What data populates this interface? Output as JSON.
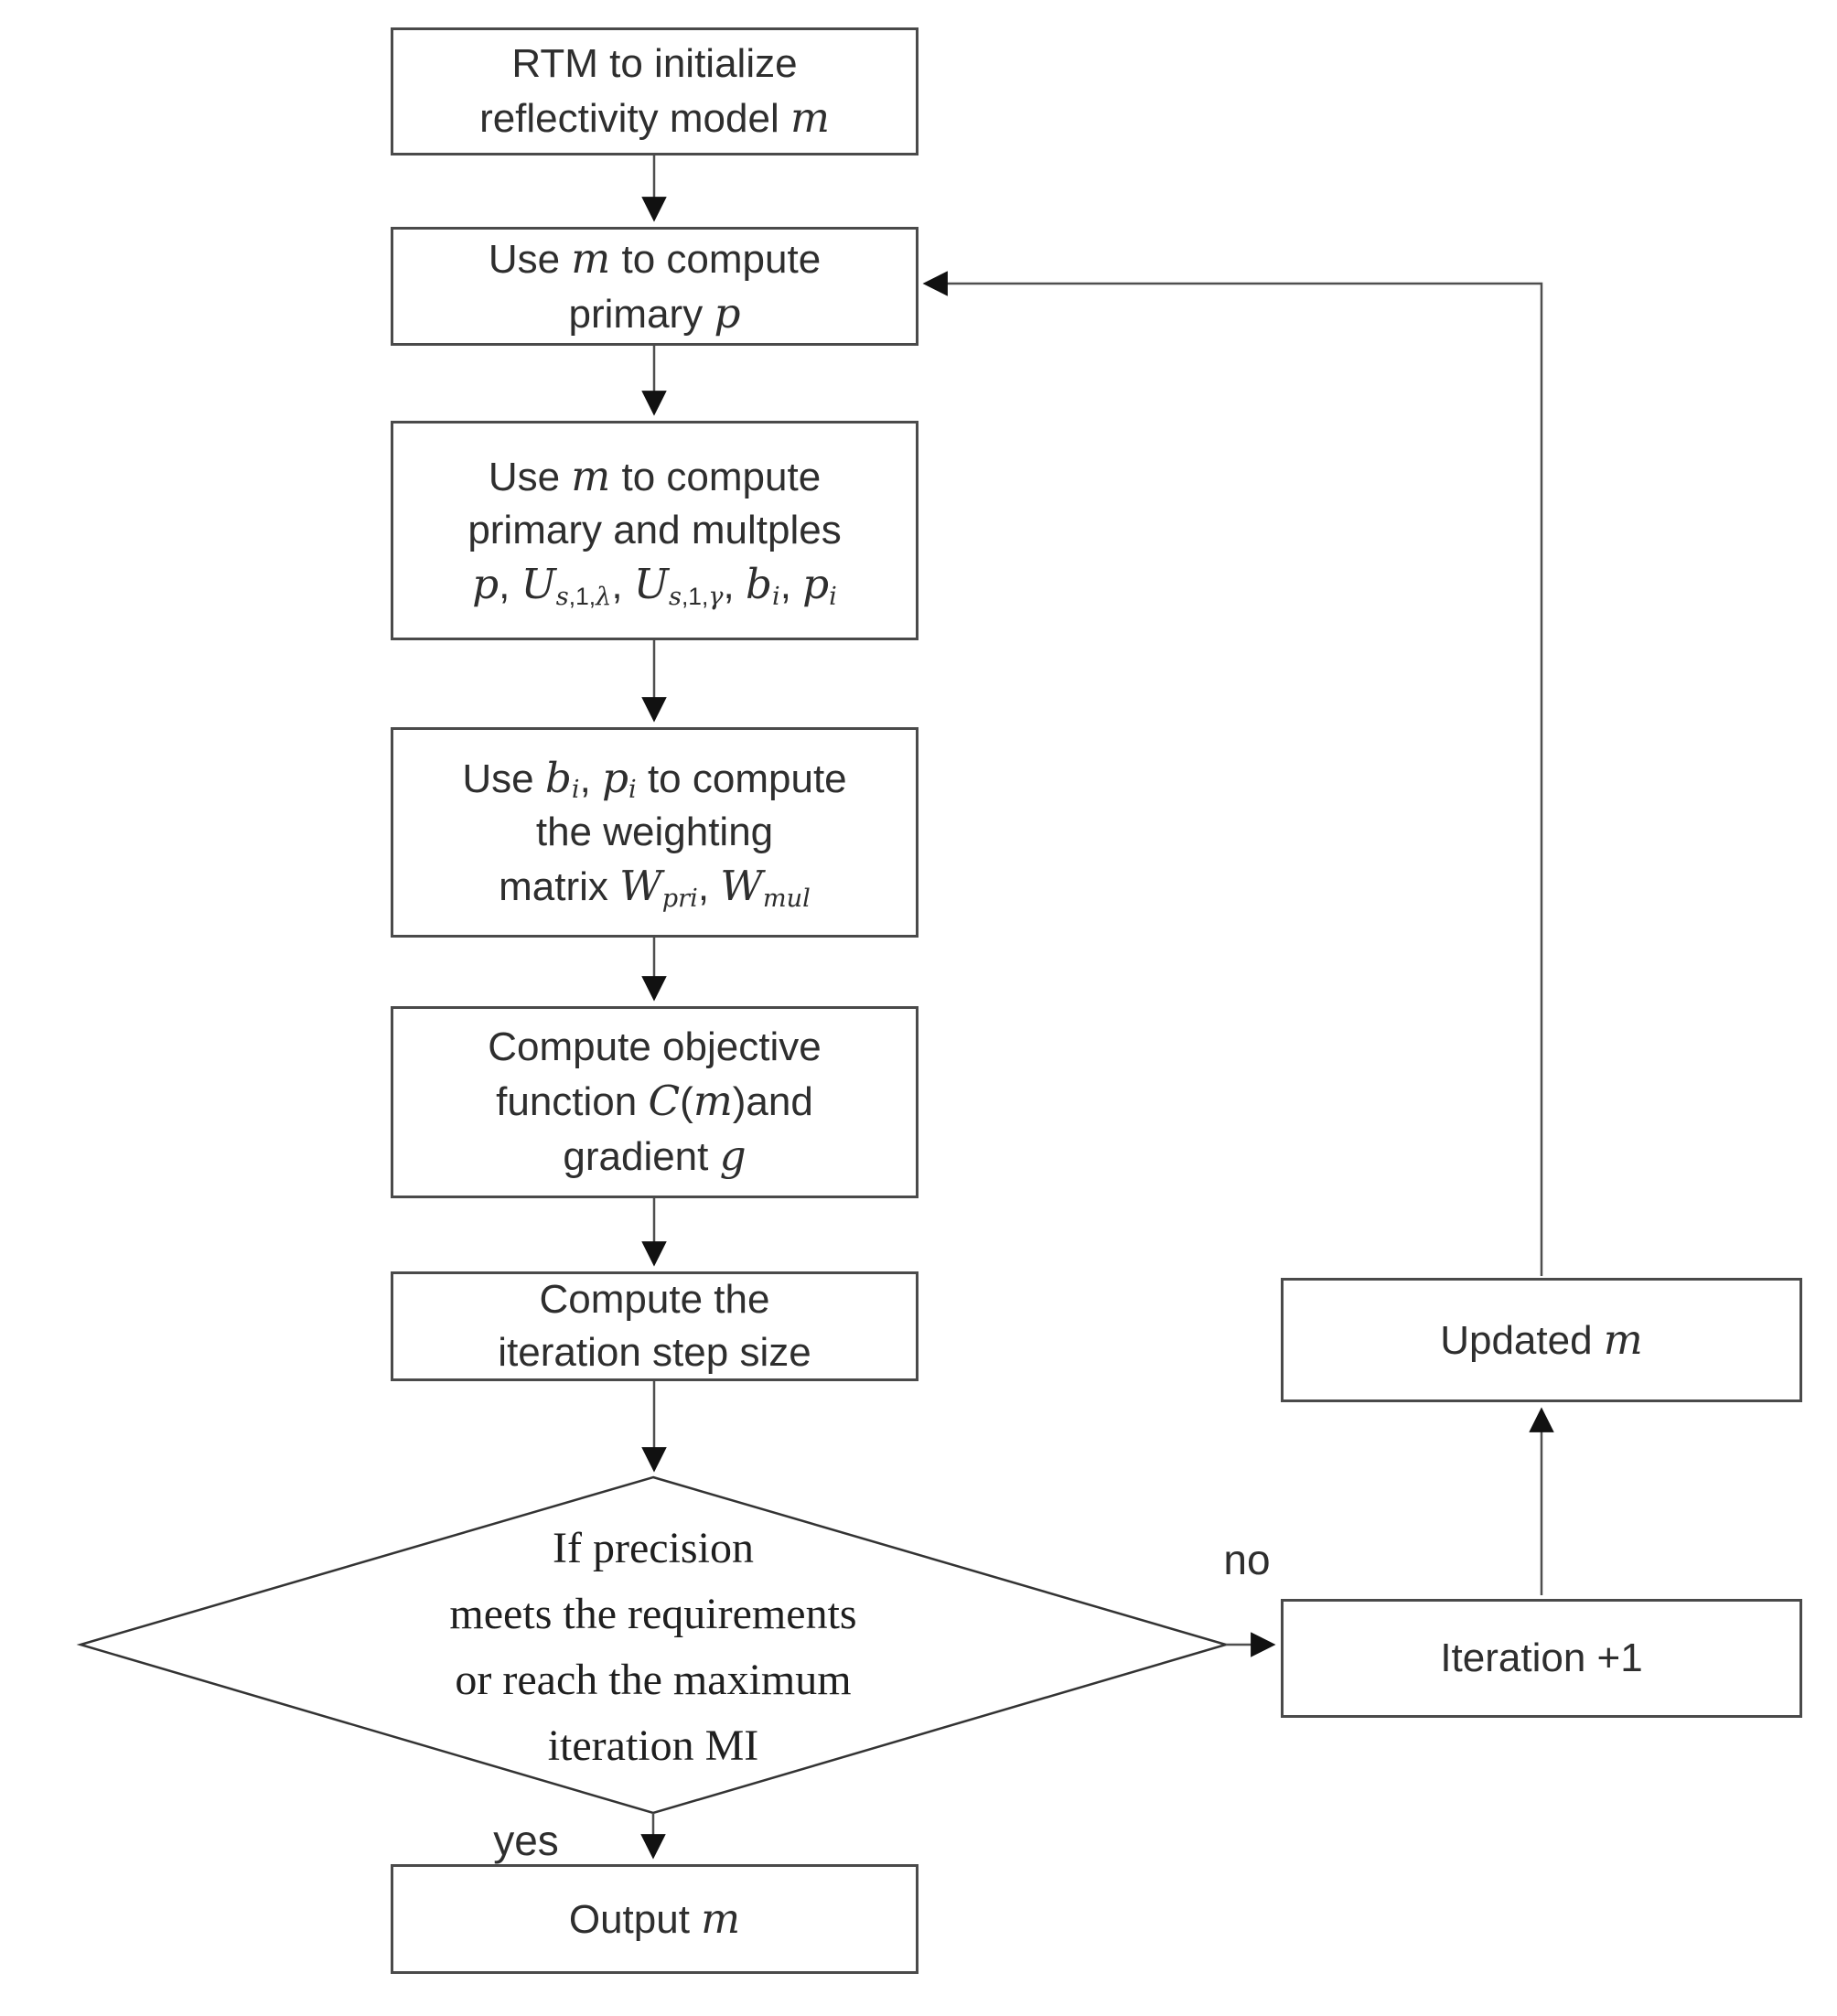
{
  "diagram": {
    "type": "flowchart",
    "colors": {
      "bg": "#ffffff",
      "box_border": "#4a4a4a",
      "connector": "#4f4f4f",
      "text": "#2e2e2e"
    },
    "nodes": {
      "rtm": {
        "shape": "rect",
        "lines": [
          "RTM to initialize",
          "reflectivity model <i>m</i>"
        ]
      },
      "compute_primary": {
        "shape": "rect",
        "lines": [
          "Use <i>m</i> to compute",
          "primary <i>p</i>"
        ]
      },
      "compute_multiples": {
        "shape": "rect",
        "lines": [
          "Use <i>m</i> to compute",
          "primary and multples",
          "<i>p</i>, <i>U</i><sub><i>s</i>,1,<i>λ</i></sub>, <i>U</i><sub><i>s</i>,1,<i>γ</i></sub>, <i>b</i><sub><i>i</i></sub>, <i>p</i><sub><i>i</i></sub>"
        ]
      },
      "compute_weighting": {
        "shape": "rect",
        "lines": [
          "Use <i>b</i><sub><i>i</i></sub>, <i>p</i><sub><i>i</i></sub> to compute",
          "the weighting",
          "matrix <i>W</i><sub><i>pri</i></sub>, <i>W</i><sub><i>mul</i></sub>"
        ]
      },
      "compute_objective": {
        "shape": "rect",
        "lines": [
          "Compute objective",
          "function <i>C</i>(<i>m</i>)and",
          "gradient <i>g</i>"
        ]
      },
      "compute_step": {
        "shape": "rect",
        "lines": [
          "Compute the",
          "iteration step size"
        ]
      },
      "decision": {
        "shape": "diamond",
        "lines": [
          "If precision",
          "meets the requirements",
          "or reach the maximum",
          "iteration MI"
        ]
      },
      "output": {
        "shape": "rect",
        "lines": [
          "Output <i>m</i>"
        ]
      },
      "iteration": {
        "shape": "rect",
        "lines": [
          "Iteration +1"
        ]
      },
      "updated": {
        "shape": "rect",
        "lines": [
          "Updated <i>m</i>"
        ]
      }
    },
    "edge_labels": {
      "yes": "yes",
      "no": "no"
    }
  }
}
